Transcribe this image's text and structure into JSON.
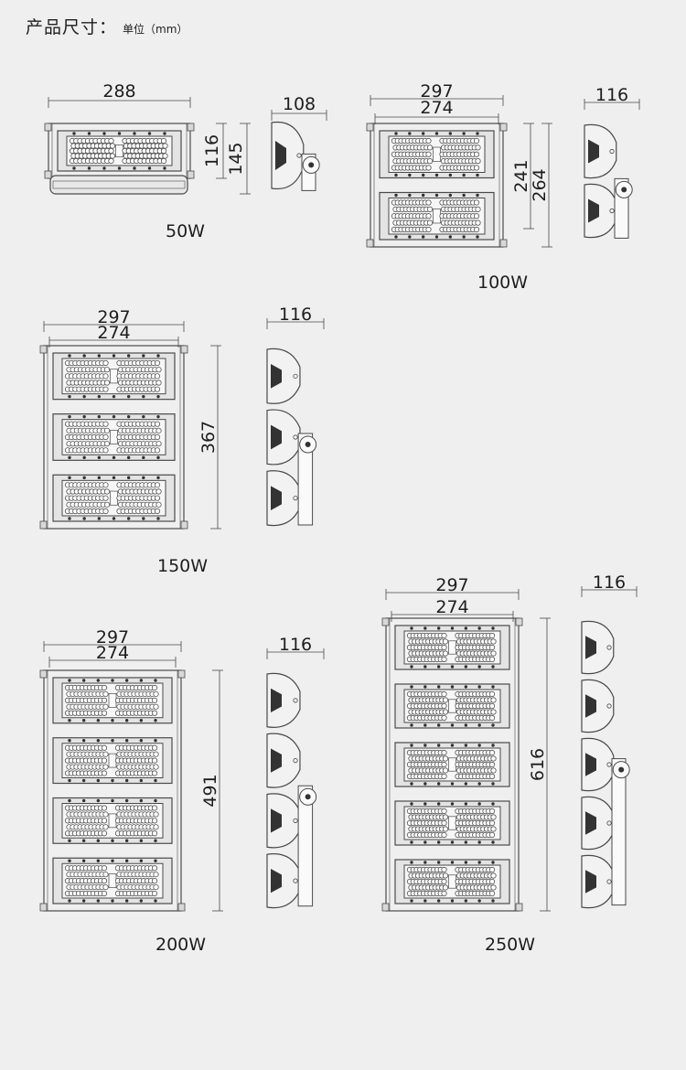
{
  "header": {
    "title": "产品尺寸：",
    "unit": "单位（mm）"
  },
  "models": [
    {
      "label": "50W",
      "modules": 1,
      "outer_width": "288",
      "side_width": "108",
      "heights": [
        "116",
        "145"
      ],
      "body_width": ""
    },
    {
      "label": "100W",
      "modules": 2,
      "outer_width": "297",
      "side_width": "116",
      "heights": [
        "241",
        "264"
      ],
      "body_width": "274"
    },
    {
      "label": "150W",
      "modules": 3,
      "outer_width": "297",
      "side_width": "116",
      "heights": [
        "367"
      ],
      "body_width": "274"
    },
    {
      "label": "200W",
      "modules": 4,
      "outer_width": "297",
      "side_width": "116",
      "heights": [
        "491"
      ],
      "body_width": "274"
    },
    {
      "label": "250W",
      "modules": 5,
      "outer_width": "297",
      "side_width": "116",
      "heights": [
        "616"
      ],
      "body_width": "274"
    }
  ],
  "colors": {
    "background": "#efefef",
    "line": "#4a4a4a",
    "text": "#1e1e1e"
  }
}
